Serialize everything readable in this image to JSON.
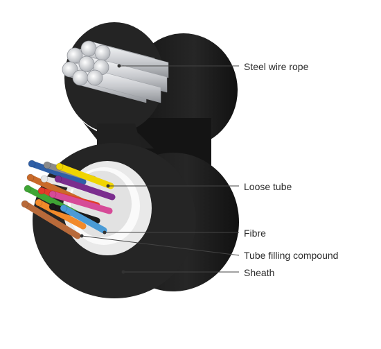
{
  "diagram": {
    "labels": {
      "steel_wire_rope": "Steel wire rope",
      "loose_tube": "Loose tube",
      "fibre": "Fibre",
      "tube_filling_compound": "Tube filling compound",
      "sheath": "Sheath"
    },
    "colors": {
      "sheath": "#1c1c1c",
      "steel": "#d2d4d8",
      "loose_tube": "#f6f6f6",
      "filling": "#dcdcdc",
      "leader_line": "#444444",
      "fibres": [
        "#2f5fa7",
        "#8a8a8a",
        "#f0d400",
        "#e8e8e8",
        "#7b2d8e",
        "#c96a2a",
        "#e23c2a",
        "#3fa535",
        "#d64a97",
        "#f28a2a",
        "#1a1a1a",
        "#4a9bd6",
        "#b86a3a"
      ]
    }
  }
}
